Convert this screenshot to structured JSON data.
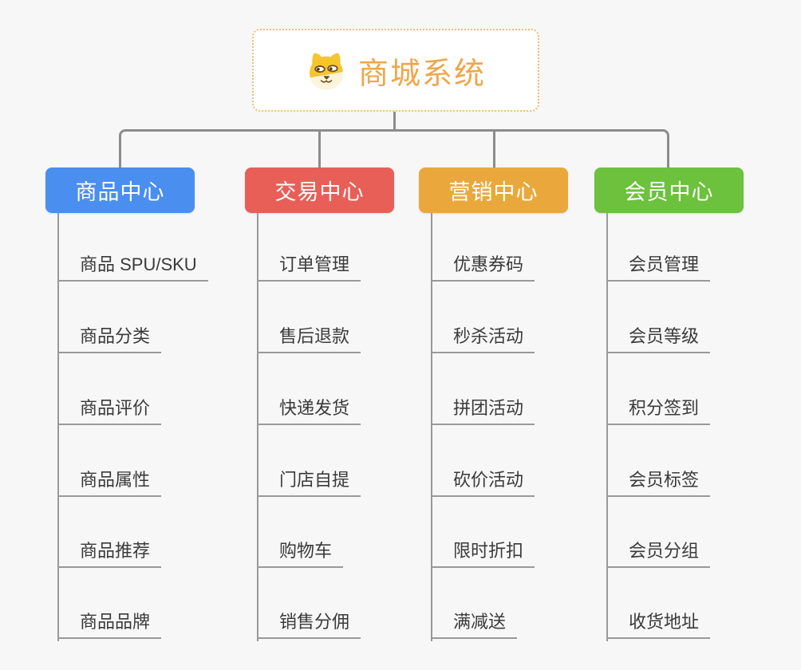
{
  "canvas": {
    "background": "#f7f7f7",
    "connector_color": "#8c8c8c",
    "subline_color": "#999999"
  },
  "root": {
    "title": "商城系统",
    "icon": "dog-icon",
    "text_color": "#f0a64a",
    "border_color": "#f1bd6e"
  },
  "branches": [
    {
      "label": "商品中心",
      "color": "#4a8ef0",
      "children": [
        "商品 SPU/SKU",
        "商品分类",
        "商品评价",
        "商品属性",
        "商品推荐",
        "商品品牌"
      ]
    },
    {
      "label": "交易中心",
      "color": "#e85f58",
      "children": [
        "订单管理",
        "售后退款",
        "快递发货",
        "门店自提",
        "购物车",
        "销售分佣"
      ]
    },
    {
      "label": "营销中心",
      "color": "#eaa83c",
      "children": [
        "优惠券码",
        "秒杀活动",
        "拼团活动",
        "砍价活动",
        "限时折扣",
        "满减送"
      ]
    },
    {
      "label": "会员中心",
      "color": "#6cc13d",
      "children": [
        "会员管理",
        "会员等级",
        "积分签到",
        "会员标签",
        "会员分组",
        "收货地址"
      ]
    }
  ]
}
